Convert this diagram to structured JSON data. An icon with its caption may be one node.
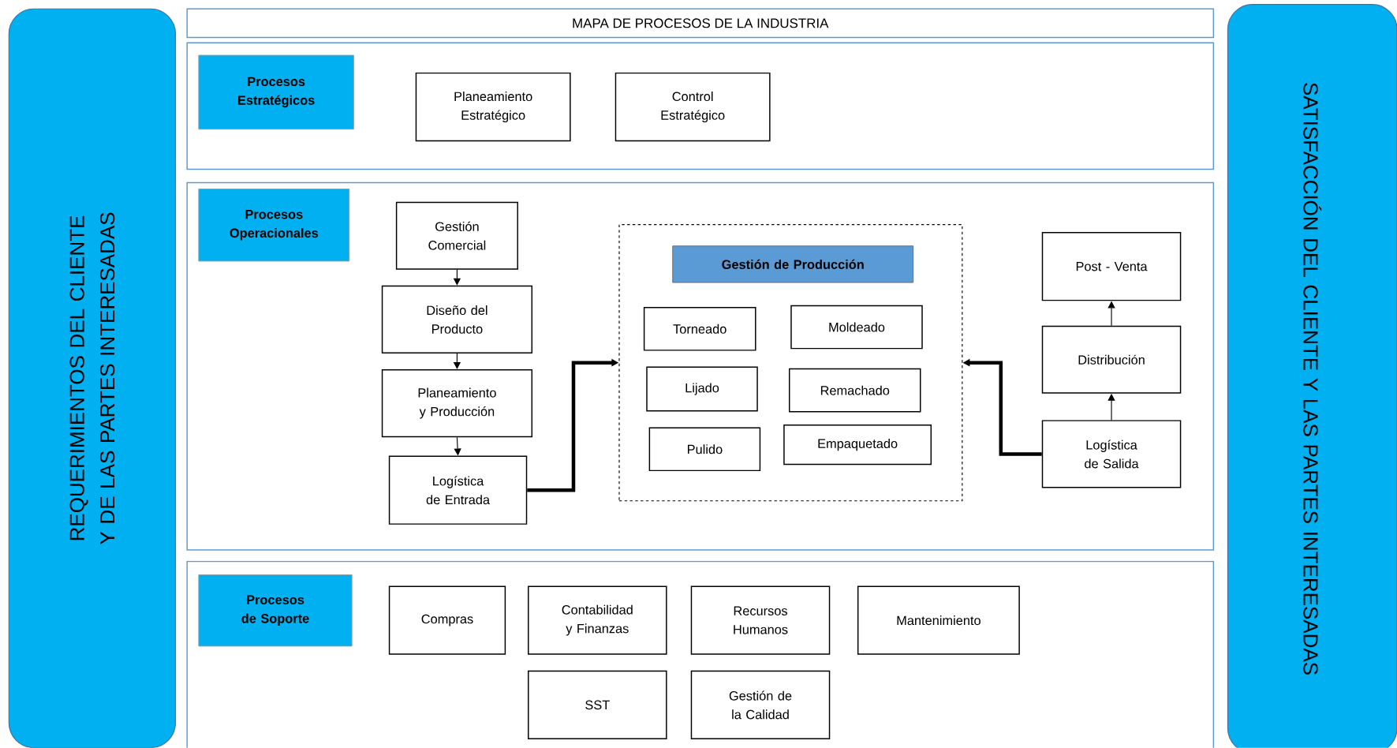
{
  "diagram": {
    "title": "MAPA DE PROCESOS DE LA INDUSTRIA",
    "nodes": [
      {
        "text": [
          "REQUERIMIENTOS DEL CLIENTE Y DE LAS PARTES INTERESADAS"
        ]
      },
      {
        "text": [],
        "shape": "box"
      },
      {
        "text": [
          "Procesos Estratégicos"
        ],
        "in": 1
      },
      {
        "text": [
          "Planeamiento Estratégico"
        ],
        "in": 1
      },
      {
        "text": [
          "Control Estratégico"
        ],
        "in": 1
      },
      {
        "text": [],
        "shape": "box"
      },
      {
        "text": [
          "Procesos Operacionales"
        ],
        "in": 5
      },
      {
        "text": [
          "Gestión Comercial"
        ],
        "in": 5
      },
      {
        "text": [
          "Diseño del Producto"
        ],
        "in": 5
      },
      {
        "text": [
          "Planeamiento y Producción"
        ],
        "in": 5
      },
      {
        "text": [
          "Logística de Entrada"
        ],
        "in": 5
      },
      {
        "text": [],
        "shape": "box",
        "in": 5
      },
      {
        "text": [
          "Gestión de Producción"
        ],
        "in": 11
      },
      {
        "text": [
          "Torneado"
        ],
        "in": 11
      },
      {
        "text": [
          "Moldeado"
        ],
        "in": 11
      },
      {
        "text": [
          "Lijado"
        ],
        "in": 11
      },
      {
        "text": [
          "Remachado"
        ],
        "in": 11
      },
      {
        "text": [
          "Pulido"
        ],
        "in": 11
      },
      {
        "text": [
          "Empaquetado"
        ],
        "in": 11
      },
      {
        "text": [
          "Post - Venta"
        ],
        "in": 5
      },
      {
        "text": [
          "Distribución"
        ],
        "in": 5
      },
      {
        "text": [
          "Logística de Salida"
        ],
        "in": 5
      },
      {
        "text": [],
        "shape": "box"
      },
      {
        "text": [
          "Procesos de Soporte"
        ],
        "in": 22
      },
      {
        "text": [
          "Compras"
        ],
        "in": 22
      },
      {
        "text": [
          "Contabilidad y Finanzas"
        ],
        "in": 22
      },
      {
        "text": [
          "Recursos Humanos"
        ],
        "in": 22
      },
      {
        "text": [
          "Mantenimiento"
        ],
        "in": 22
      },
      {
        "text": [
          "SST"
        ],
        "in": 22
      },
      {
        "text": [
          "Gestión de la Calidad"
        ],
        "in": 22
      },
      {
        "text": [
          "SATISFACCIÓN DEL CLIENTE Y LAS PARTES INTERESADAS"
        ]
      }
    ],
    "edges": [
      {
        "from": 7,
        "to": 8,
        "arrow": "to"
      },
      {
        "from": 8,
        "to": 9,
        "arrow": "to"
      },
      {
        "from": 9,
        "to": 10,
        "arrow": "to"
      },
      {
        "from": 10,
        "to": 11,
        "arrow": "to",
        "style": "thick"
      },
      {
        "from": 21,
        "to": 11,
        "arrow": "to",
        "style": "thick"
      },
      {
        "from": 21,
        "to": 20,
        "arrow": "to"
      },
      {
        "from": 20,
        "to": 19,
        "arrow": "to"
      }
    ]
  }
}
